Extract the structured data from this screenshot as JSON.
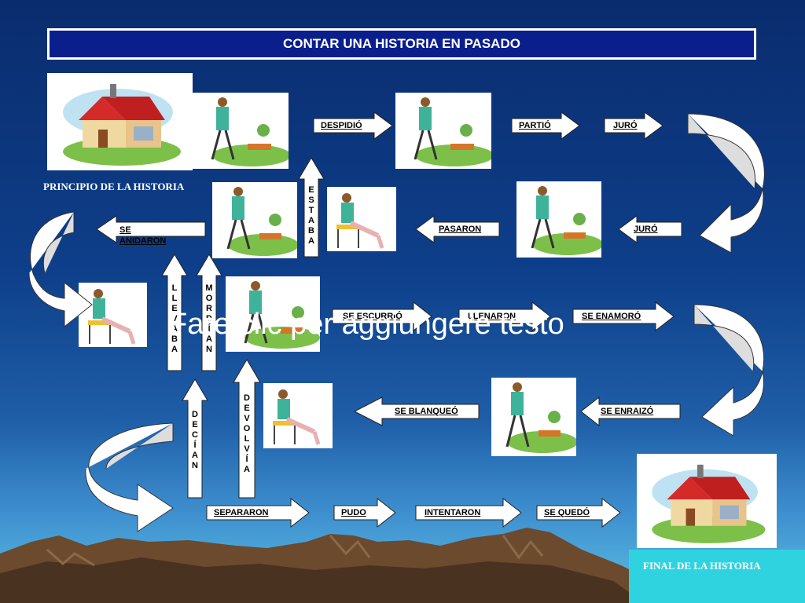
{
  "title": "CONTAR UNA HISTORIA EN PASADO",
  "caption_start": "PRINCIPIO DE LA HISTORIA",
  "caption_end": "FINAL DE LA HISTORIA",
  "placeholder": "Fare clic per aggiungere testo",
  "arrows": {
    "despidio": "DESPIDIÓ",
    "partio": "PARTIÓ",
    "juro1": "JURÓ",
    "juro2": "JURÓ",
    "pasaron": "PASARON",
    "se_anidaron": "SE ANIDARON",
    "se_escurrio": "SE ESCURRIÓ",
    "llenaron": "LLENARON",
    "se_enamoro": "SE ENAMORÓ",
    "se_enraizo": "SE  ENRAIZÓ",
    "se_blanqueo": "SE BLANQUEÓ",
    "separaron": "SEPARARON",
    "pudo": "PUDO",
    "intentaron": "INTENTARON",
    "se_quedo": "SE QUEDÓ",
    "estaba": "E S T A B A",
    "llevaba": "L L E V A B A",
    "morderian": "M O R D Í A N",
    "decian": "D E C Í A N",
    "devolvia": "D E V O L V Í A"
  }
}
